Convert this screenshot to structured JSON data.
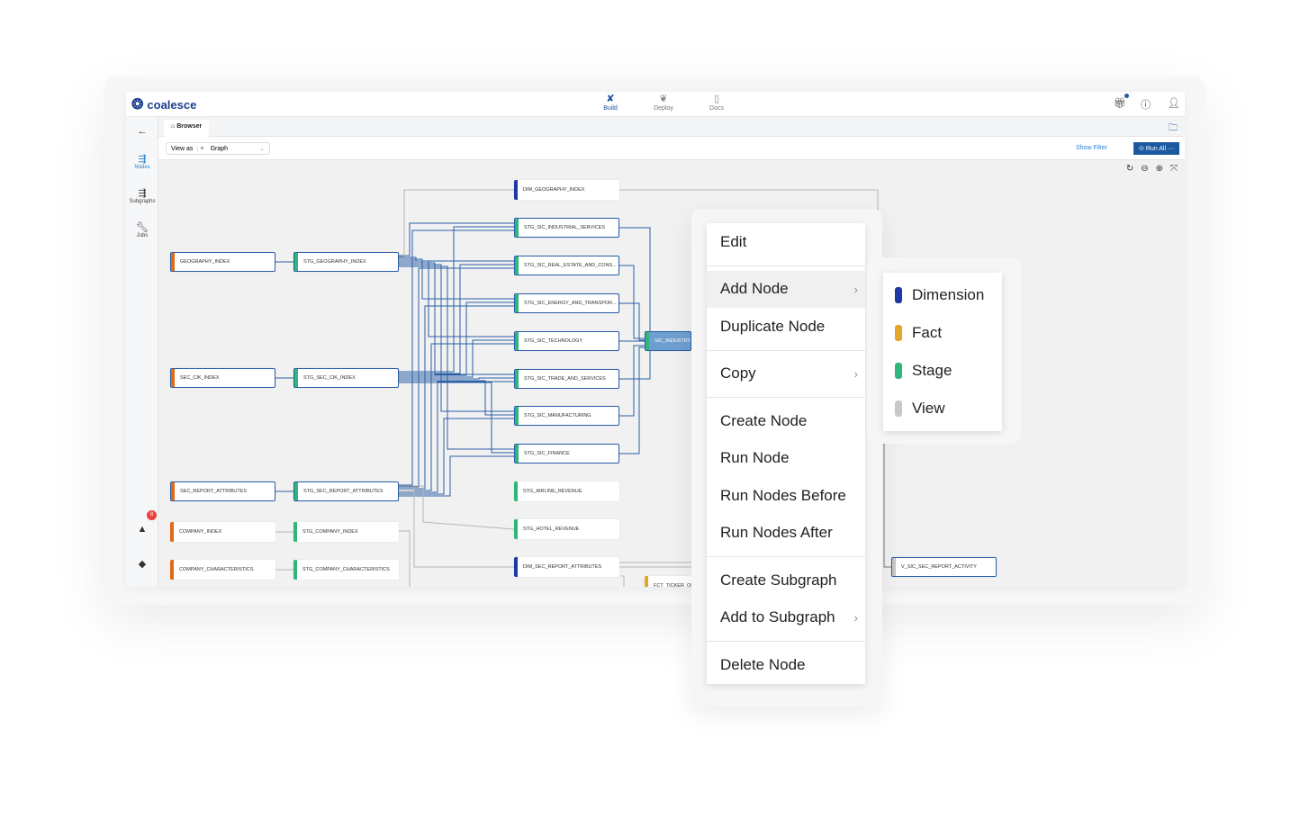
{
  "brand": "coalesce",
  "topnav": [
    {
      "label": "Build",
      "icon": "build-icon",
      "active": true
    },
    {
      "label": "Deploy",
      "icon": "deploy-icon"
    },
    {
      "label": "Docs",
      "icon": "docs-icon"
    }
  ],
  "sidebar": {
    "items": [
      {
        "label": "Nodes",
        "icon": "nodes-icon"
      },
      {
        "label": "Subgraphs",
        "icon": "subgraphs-icon"
      },
      {
        "label": "Jobs",
        "icon": "jobs-icon"
      }
    ],
    "alert_count": "8"
  },
  "tab": "Browser",
  "toolbar": {
    "view_as": "View as",
    "view_value": "Graph",
    "show_filter": "Show Filter",
    "run_all": "Run All"
  },
  "colors": {
    "source": "#e0691a",
    "stage": "#2fb67a",
    "dimension": "#1f3aa6",
    "fact": "#e3a52a",
    "view": "#c8c8c8",
    "accent": "#1c5aa0"
  },
  "nodes": [
    {
      "name": "GEOGRAPHY_INDEX",
      "type": "source"
    },
    {
      "name": "SEC_CIK_INDEX",
      "type": "source"
    },
    {
      "name": "SEC_REPORT_ATTRIBUTES",
      "type": "source"
    },
    {
      "name": "COMPANY_INDEX",
      "type": "source"
    },
    {
      "name": "COMPANY_CHARACTERISTICS",
      "type": "source"
    },
    {
      "name": "STG_GEOGRAPHY_INDEX",
      "type": "stage"
    },
    {
      "name": "STG_SEC_CIK_INDEX",
      "type": "stage"
    },
    {
      "name": "STG_SEC_REPORT_ATTRIBUTES",
      "type": "stage"
    },
    {
      "name": "STG_COMPANY_INDEX",
      "type": "stage"
    },
    {
      "name": "STG_COMPANY_CHARACTERISTICS",
      "type": "stage"
    },
    {
      "name": "DIM_GEOGRAPHY_INDEX",
      "type": "dimension"
    },
    {
      "name": "STG_SIC_INDUSTRIAL_SERVICES",
      "type": "stage"
    },
    {
      "name": "STG_SIC_REAL_ESTATE_AND_CONS...",
      "type": "stage"
    },
    {
      "name": "STG_SIC_ENERGY_AND_TRANSPOR...",
      "type": "stage"
    },
    {
      "name": "STG_SIC_TECHNOLOGY",
      "type": "stage"
    },
    {
      "name": "STG_SIC_TRADE_AND_SERVICES",
      "type": "stage"
    },
    {
      "name": "STG_SIC_MANUFACTURING",
      "type": "stage"
    },
    {
      "name": "STG_SIC_FINANCE",
      "type": "stage"
    },
    {
      "name": "STG_AIRLINE_REVENUE",
      "type": "stage"
    },
    {
      "name": "STG_HOTEL_REVENUE",
      "type": "stage"
    },
    {
      "name": "DIM_SEC_REPORT_ATTRIBUTES",
      "type": "dimension"
    },
    {
      "name": "SIC_INDUSTRY_",
      "type": "stage",
      "selected": true
    },
    {
      "name": "FCT_TICKER_OF",
      "type": "fact"
    },
    {
      "name": "V_SIC_SEC_REPORT_ACTIVITY",
      "type": "view"
    }
  ],
  "context_menu": {
    "groups": [
      [
        {
          "label": "Edit"
        }
      ],
      [
        {
          "label": "Add Node",
          "submenu": true
        },
        {
          "label": "Duplicate Node"
        }
      ],
      [
        {
          "label": "Copy",
          "submenu": true
        }
      ],
      [
        {
          "label": "Create Node"
        },
        {
          "label": "Run Node"
        },
        {
          "label": "Run Nodes Before"
        },
        {
          "label": "Run Nodes After"
        }
      ],
      [
        {
          "label": "Create Subgraph"
        },
        {
          "label": "Add to Subgraph",
          "submenu": true
        }
      ],
      [
        {
          "label": "Delete Node"
        }
      ]
    ]
  },
  "add_node_submenu": [
    {
      "label": "Dimension",
      "type": "dimension"
    },
    {
      "label": "Fact",
      "type": "fact"
    },
    {
      "label": "Stage",
      "type": "stage"
    },
    {
      "label": "View",
      "type": "view"
    }
  ]
}
